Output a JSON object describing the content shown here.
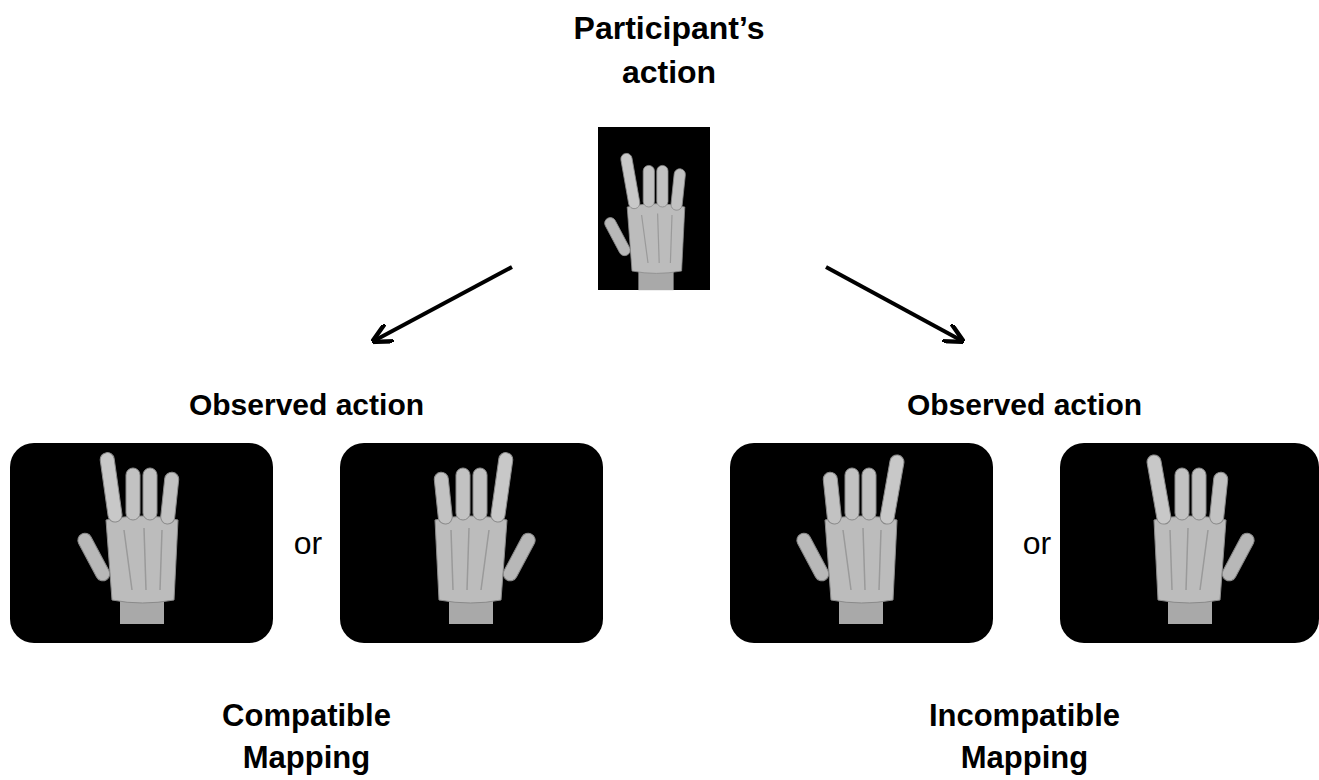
{
  "diagram": {
    "nodes": [
      {
        "text": [
          "Participant’s action"
        ]
      },
      {
        "text": [
          "Observed action",
          "Compatible Mapping"
        ]
      },
      {
        "text": [
          "Observed action",
          "Incompatible Mapping"
        ]
      }
    ],
    "edges": [
      {
        "from": 0,
        "to": 1,
        "arrow": "to"
      },
      {
        "from": 0,
        "to": 2,
        "arrow": "to"
      }
    ],
    "labels": [
      "or",
      "or"
    ]
  }
}
